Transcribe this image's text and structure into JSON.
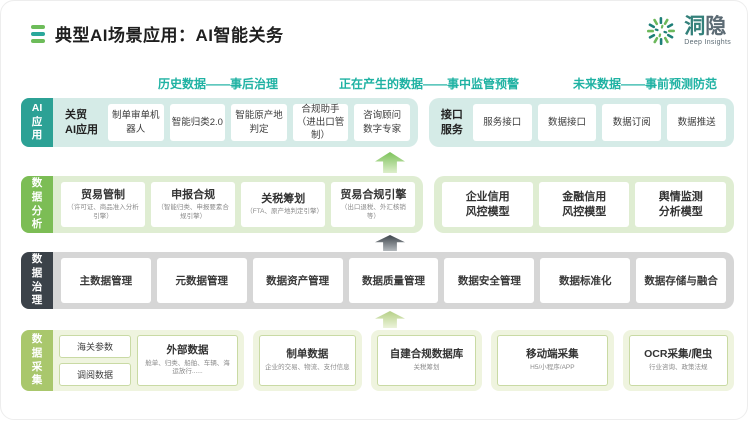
{
  "header": {
    "title": "典型AI场景应用：AI智能关务"
  },
  "logo": {
    "name_left": "洞",
    "name_right": "隐",
    "subtitle": "Deep Insights"
  },
  "phases": [
    "历史数据——事后治理",
    "正在产生的数据——事中监管预警",
    "未来数据——事前预测防范"
  ],
  "colors": {
    "teal_accent": "#2ca195",
    "green_accent": "#7cbd55",
    "dark_accent": "#3b4249",
    "yellow_green_accent": "#a9c76c",
    "phase_text": "#1fb2a3"
  },
  "ai_row": {
    "tab": [
      "AI",
      "应",
      "用"
    ],
    "trade_group": {
      "label": [
        "关贸",
        "AI应用"
      ],
      "cards": [
        "制单审单机器人",
        "智能归类2.0",
        [
          "智能原产地",
          "判定"
        ],
        [
          "合规助手",
          "（进出口管制）"
        ],
        [
          "咨询顾问",
          "数字专家"
        ]
      ]
    },
    "api_group": {
      "label": [
        "接口",
        "服务"
      ],
      "cards": [
        "服务接口",
        "数据接口",
        "数据订阅",
        "数据推送"
      ]
    }
  },
  "analysis_row": {
    "tab": [
      "数",
      "据",
      "分",
      "析"
    ],
    "engine_group": [
      {
        "t": "贸易管制",
        "s": "（许可证、商品准入分析引擎）"
      },
      {
        "t": "申报合规",
        "s": "（智能归类、申报要素合规引擎）"
      },
      {
        "t": "关税筹划",
        "s": "（FTA、原产地判定引擎）"
      },
      {
        "t": "贸易合规引擎",
        "s": "（出口退税、外汇核销等）"
      }
    ],
    "model_group": [
      {
        "t": [
          "企业信用",
          "风控模型"
        ]
      },
      {
        "t": [
          "金融信用",
          "风控模型"
        ]
      },
      {
        "t": [
          "舆情监测",
          "分析模型"
        ]
      }
    ]
  },
  "governance_row": {
    "tab": [
      "数",
      "据",
      "治",
      "理"
    ],
    "cards": [
      "主数据管理",
      "元数据管理",
      "数据资产管理",
      "数据质量管理",
      "数据安全管理",
      "数据标准化",
      "数据存储与融合"
    ]
  },
  "collect_row": {
    "tab": [
      "数",
      "据",
      "采",
      "集"
    ],
    "params_cards": [
      "海关参数",
      "调阅数据"
    ],
    "external": {
      "t": "外部数据",
      "s": "舱单、归类、船舶、车辆、海运放行......"
    },
    "docs": {
      "t": "制单数据",
      "s": "企业的交易、物流、支付信息"
    },
    "selfdb": {
      "t": "自建合规数据库",
      "s": "关税筹划"
    },
    "mobile": {
      "t": "移动端采集",
      "s": "H5/小程序/APP"
    },
    "ocr": {
      "t": "OCR采集/爬虫",
      "s": "行业咨询、政策法规"
    }
  }
}
